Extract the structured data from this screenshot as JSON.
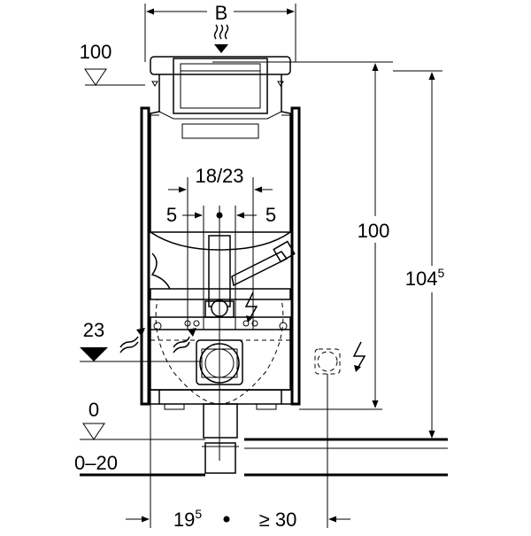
{
  "diagram": {
    "width_label": "B",
    "top_level_label": "100",
    "frame_height_label": "100",
    "total_height_base": "104",
    "total_height_sup": "5",
    "spacing_label": "18/23",
    "left_offset_label": "5",
    "right_offset_label": "5",
    "water_level_label": "23",
    "floor_level_label": "0",
    "floor_range_label": "0–20",
    "bottom_left_base": "19",
    "bottom_left_sup": "5",
    "bottom_right_label": "≥ 30"
  }
}
